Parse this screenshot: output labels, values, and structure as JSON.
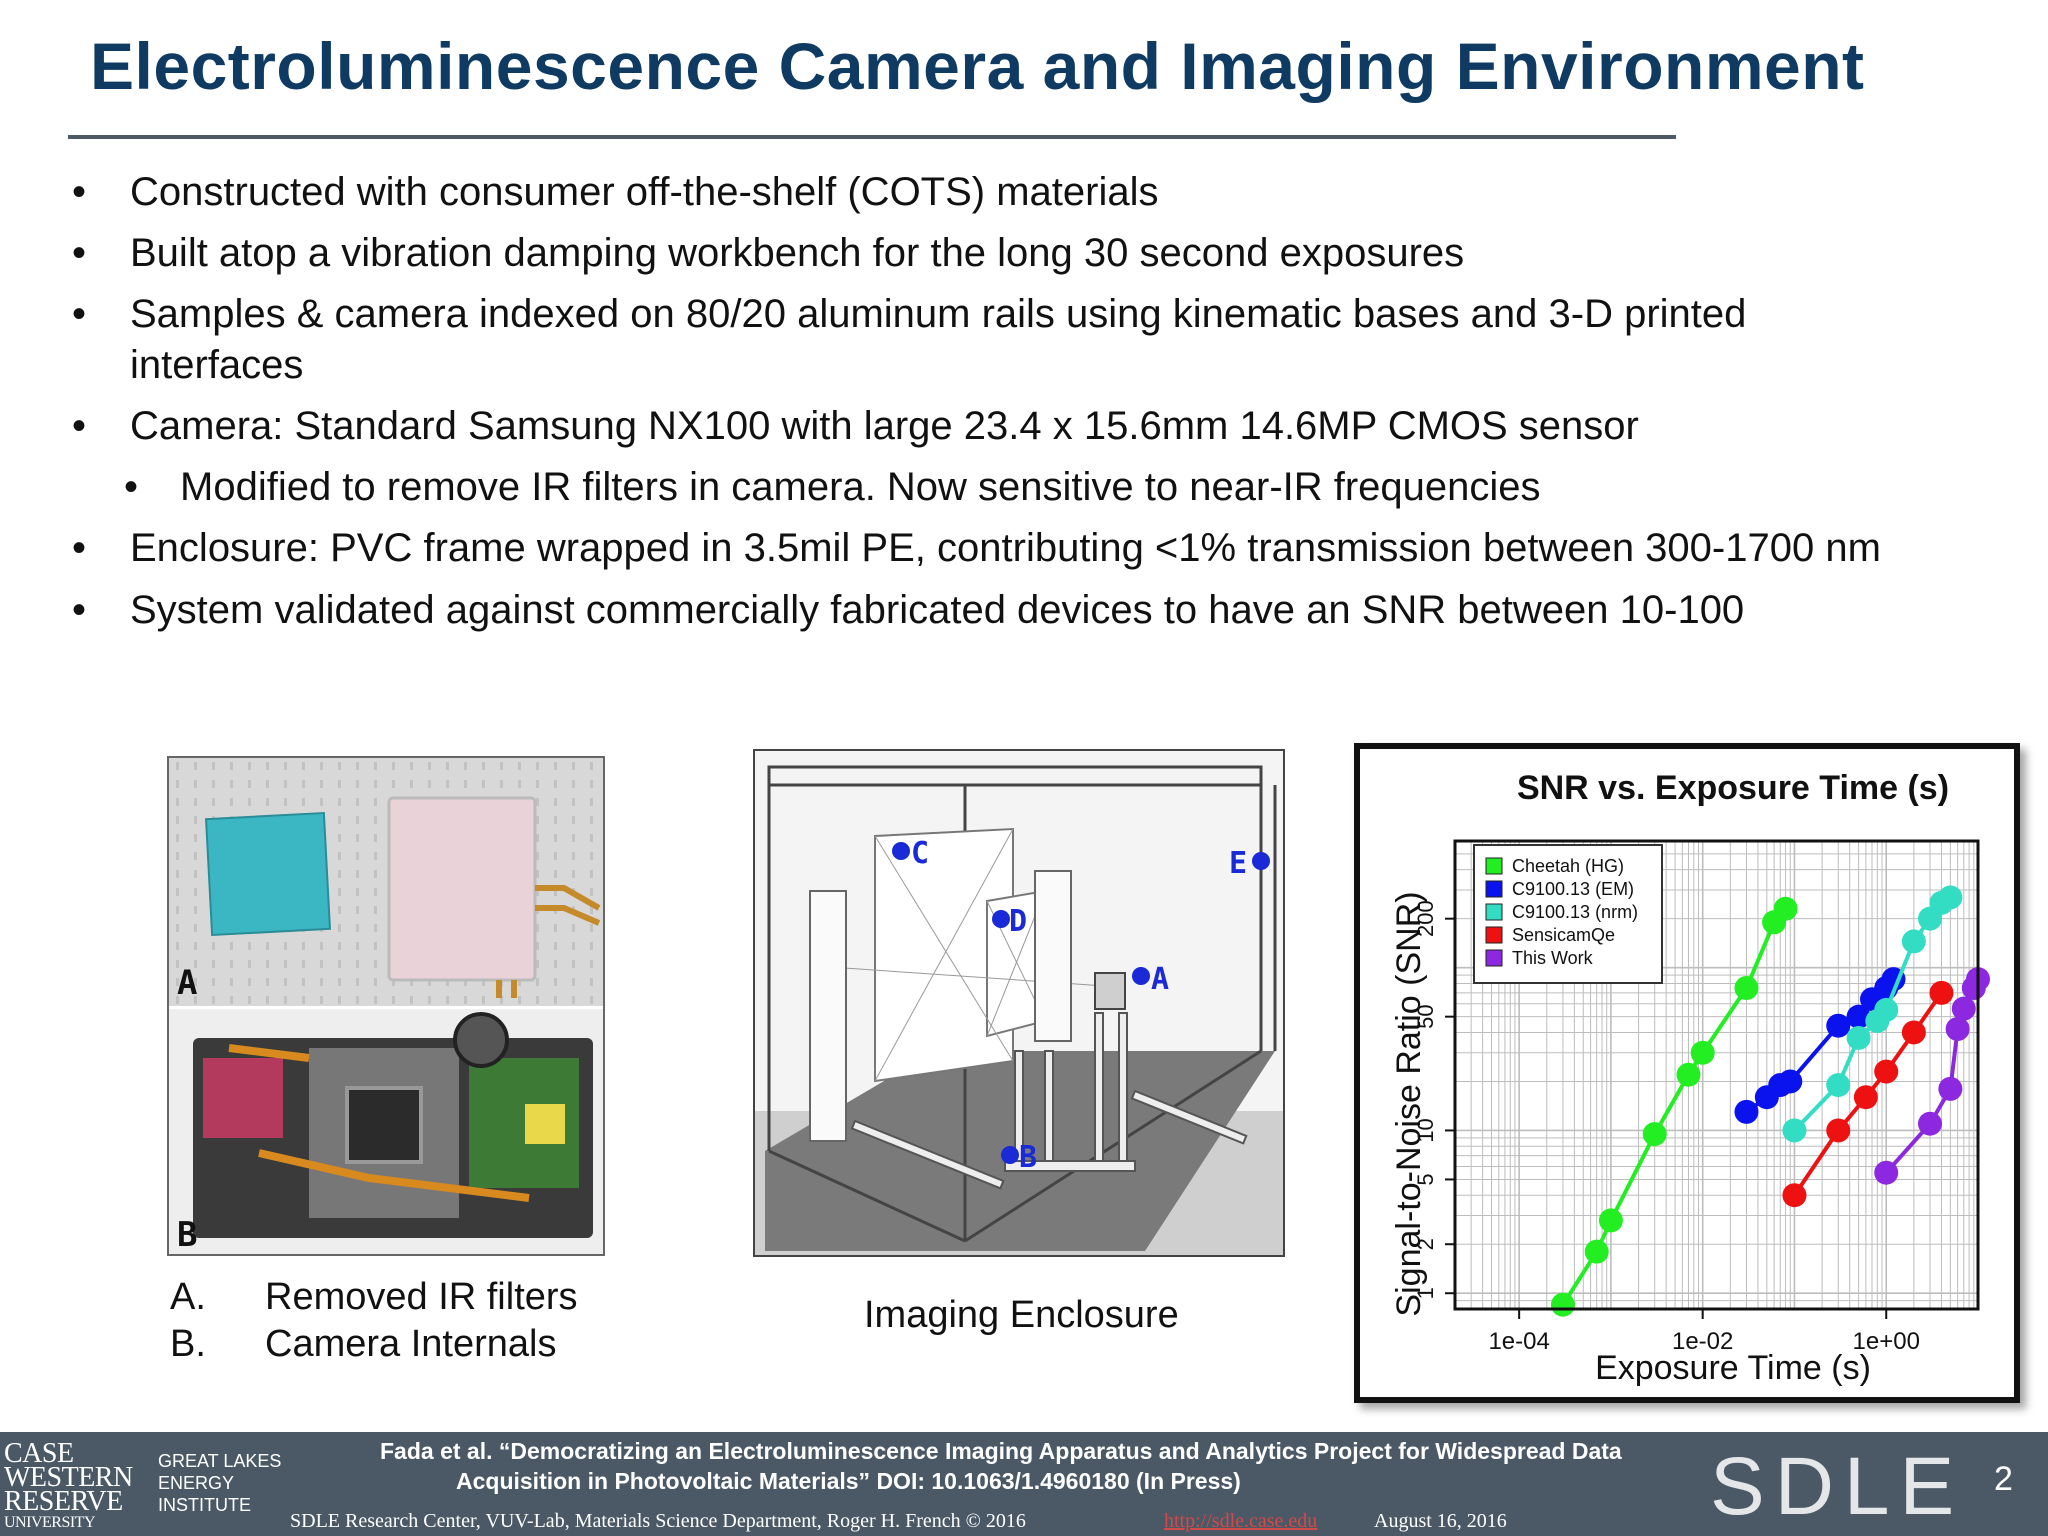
{
  "slide": {
    "title": "Electroluminescence Camera and Imaging Environment",
    "page_number": "2"
  },
  "bullets": [
    {
      "level": 1,
      "text": "Constructed with consumer off-the-shelf (COTS) materials"
    },
    {
      "level": 1,
      "text": "Built atop a vibration damping workbench for the long 30 second exposures"
    },
    {
      "level": 1,
      "text": "Samples & camera indexed on 80/20 aluminum rails using kinematic bases and 3-D printed"
    },
    {
      "level": 0,
      "text": "interfaces"
    },
    {
      "level": 1,
      "text": "Camera: Standard Samsung NX100 with large 23.4 x 15.6mm 14.6MP CMOS sensor"
    },
    {
      "level": 2,
      "text": "Modified to remove IR filters in camera. Now sensitive to near-IR frequencies"
    },
    {
      "level": 1,
      "text": "Enclosure: PVC frame wrapped in 3.5mil PE, contributing <1% transmission between 300-1700 nm"
    },
    {
      "level": 1,
      "text": "System validated against commercially fabricated devices to have an SNR between 10-100"
    }
  ],
  "photo": {
    "label_a": "A",
    "label_b": "B",
    "caption_a_letter": "A.",
    "caption_a_text": "Removed IR filters",
    "caption_b_letter": "B.",
    "caption_b_text": "Camera Internals"
  },
  "enclosure": {
    "caption": "Imaging Enclosure",
    "labels": {
      "a": "A",
      "b": "B",
      "c": "C",
      "d": "D",
      "e": "E"
    }
  },
  "chart_data": {
    "type": "line",
    "title": "SNR vs. Exposure Time (s)",
    "xlabel": "Exposure Time (s)",
    "ylabel": "Signal-to-Noise Ratio (SNR)",
    "x_scale": "log",
    "y_scale": "log",
    "xlim": [
      2e-05,
      10
    ],
    "ylim": [
      0.8,
      600
    ],
    "x_ticks": [
      "1e-04",
      "1e-02",
      "1e+00"
    ],
    "y_ticks": [
      "1",
      "2",
      "5",
      "10",
      "50",
      "200"
    ],
    "grid": true,
    "legend_position": "top-left",
    "series": [
      {
        "name": "Cheetah (HG)",
        "color": "#22ee22",
        "points": [
          [
            0.0003,
            0.85
          ],
          [
            0.0007,
            1.8
          ],
          [
            0.001,
            2.8
          ],
          [
            0.003,
            9.5
          ],
          [
            0.007,
            22
          ],
          [
            0.01,
            30
          ],
          [
            0.03,
            75
          ],
          [
            0.06,
            190
          ],
          [
            0.08,
            230
          ]
        ]
      },
      {
        "name": "C9100.13 (EM)",
        "color": "#0a12ee",
        "points": [
          [
            0.03,
            13
          ],
          [
            0.05,
            16
          ],
          [
            0.07,
            19
          ],
          [
            0.09,
            20
          ],
          [
            0.3,
            44
          ],
          [
            0.5,
            50
          ],
          [
            0.7,
            64
          ],
          [
            1,
            75
          ],
          [
            1.2,
            85
          ]
        ]
      },
      {
        "name": "C9100.13 (nrm)",
        "color": "#33ddc4",
        "points": [
          [
            0.1,
            10
          ],
          [
            0.3,
            19
          ],
          [
            0.5,
            37
          ],
          [
            0.8,
            47
          ],
          [
            1,
            55
          ],
          [
            2,
            145
          ],
          [
            3,
            200
          ],
          [
            4,
            250
          ],
          [
            5,
            270
          ]
        ]
      },
      {
        "name": "SensicamQe",
        "color": "#ee1111",
        "points": [
          [
            0.1,
            4
          ],
          [
            0.3,
            10
          ],
          [
            0.6,
            16
          ],
          [
            1,
            23
          ],
          [
            2,
            40
          ],
          [
            4,
            70
          ]
        ]
      },
      {
        "name": "This Work",
        "color": "#8c28e0",
        "points": [
          [
            1,
            5.5
          ],
          [
            3,
            11
          ],
          [
            5,
            18
          ],
          [
            6,
            42
          ],
          [
            7,
            56
          ],
          [
            9,
            75
          ],
          [
            10,
            85
          ]
        ]
      }
    ]
  },
  "footer": {
    "citation_line1": "Fada et al. “Democratizing an Electroluminescence Imaging Apparatus and Analytics Project for Widespread Data",
    "citation_line2": "Acquisition in Photovoltaic Materials” DOI: 10.1063/1.4960180 (In Press)",
    "credit": "SDLE Research Center, VUV-Lab, Materials Science  Department,  Roger H. French © 2016",
    "link": "http://sdle.case.edu",
    "date": "August 16, 2016",
    "logo_case_lines": [
      "CASE",
      "WESTERN",
      "RESERVE",
      "UNIVERSITY"
    ],
    "logo_glei_lines": [
      "GREAT LAKES",
      "ENERGY",
      "INSTITUTE"
    ],
    "brand": "SDLE"
  }
}
